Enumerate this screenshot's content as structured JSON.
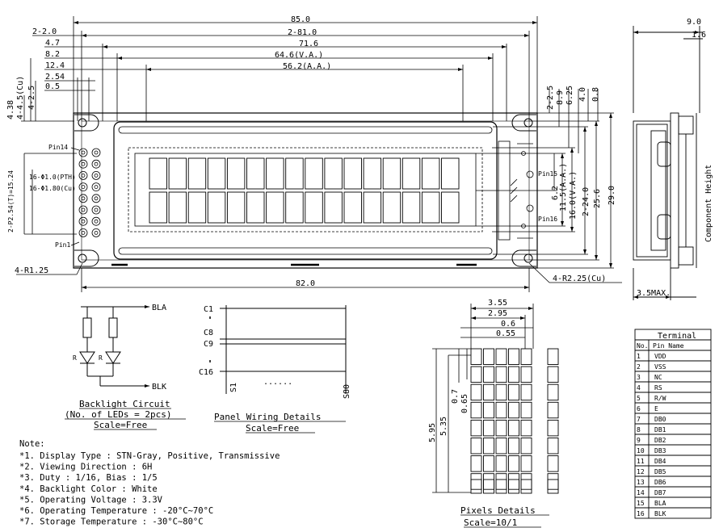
{
  "dimensions": {
    "width_overall": "85.0",
    "width_inner": "2-81.0",
    "holes_left": "2-2.0",
    "d_716": "71.6",
    "va_width": "64.6(V.A.)",
    "aa_width": "56.2(A.A.)",
    "d_47": "4.7",
    "d_82": "8.2",
    "d_124": "12.4",
    "d_254": "2.54",
    "d_05": "0.5",
    "v_438": "4.38",
    "v_445": "4-4.5(Cu)",
    "v_425": "4-2.5",
    "pin_spacing": "2-P2.54(T)=15.24",
    "pin_hole": "16-Φ1.0(PTH)",
    "pad": "16-Φ1.80(Cu)",
    "corner_r": "4-R1.25",
    "bottom_width": "82.0",
    "corner_r_cu": "4-R2.25(Cu)",
    "h_25": "2-2.5",
    "h_89": "8.9",
    "h_625": "6.25",
    "h_40": "4.0",
    "h_08": "0.8",
    "h_62": "6.2",
    "h_aa": "11.5(A.A.)",
    "h_va": "16.0(V.A.)",
    "h_240": "2-24.0",
    "h_256": "25.6",
    "h_290": "29.0",
    "side_90": "9.0",
    "side_16": "1.6",
    "side_35": "3.5MAX.",
    "component_height": "Component Height"
  },
  "pin_labels": {
    "pin14": "Pin14",
    "pin1": "Pin1",
    "pin15": "Pin15",
    "pin16": "Pin16"
  },
  "backlight": {
    "bla": "BLA",
    "blk": "BLK",
    "r1": "R",
    "r2": "R",
    "title": "Backlight Circuit",
    "subtitle": "(No. of LEDs = 2pcs)",
    "scale": "Scale=Free"
  },
  "panel_wiring": {
    "c1": "C1",
    "c8": "C8",
    "c9": "C9",
    "c16": "C16",
    "s1": "S1",
    "s80": "S80",
    "dots": "......",
    "title": "Panel Wiring Details",
    "scale": "Scale=Free"
  },
  "pixels": {
    "w1": "3.55",
    "w2": "2.95",
    "w3": "0.6",
    "w4": "0.55",
    "h1": "5.95",
    "h2": "5.35",
    "h3": "0.7",
    "h4": "0.65",
    "title": "Pixels Details",
    "scale": "Scale=10/1"
  },
  "notes": {
    "heading": "Note:",
    "items": [
      "*1. Display Type : STN-Gray, Positive, Transmissive",
      "*2. Viewing Direction : 6H",
      "*3. Duty : 1/16, Bias : 1/5",
      "*4. Backlight Color : White",
      "*5. Operating Voltage : 3.3V",
      "*6. Operating Temperature : -20°C~70°C",
      "*7. Storage Temperature : -30°C~80°C"
    ]
  },
  "terminal": {
    "title": "Terminal",
    "col_no": "No.",
    "col_name": "Pin Name",
    "rows": [
      [
        "1",
        "VDD"
      ],
      [
        "2",
        "VSS"
      ],
      [
        "3",
        "NC"
      ],
      [
        "4",
        "RS"
      ],
      [
        "5",
        "R/W"
      ],
      [
        "6",
        "E"
      ],
      [
        "7",
        "DB0"
      ],
      [
        "8",
        "DB1"
      ],
      [
        "9",
        "DB2"
      ],
      [
        "10",
        "DB3"
      ],
      [
        "11",
        "DB4"
      ],
      [
        "12",
        "DB5"
      ],
      [
        "13",
        "DB6"
      ],
      [
        "14",
        "DB7"
      ],
      [
        "15",
        "BLA"
      ],
      [
        "16",
        "BLK"
      ]
    ]
  }
}
